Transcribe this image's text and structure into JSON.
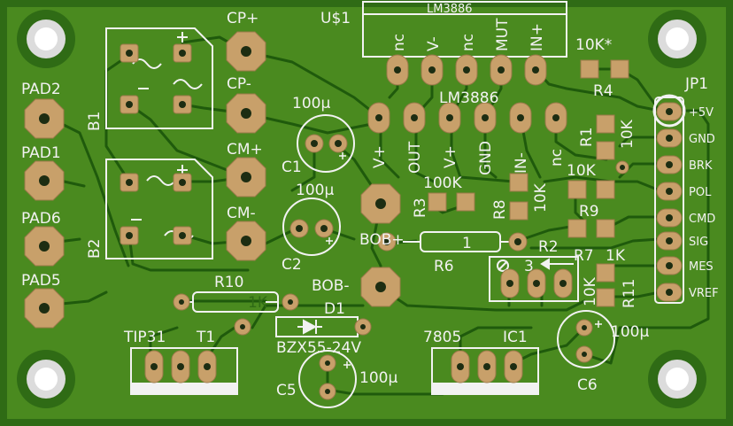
{
  "board": {
    "colors": {
      "substrate": "#2f6b15",
      "copper": "#4a8a1f",
      "trace": "#1f5a0c",
      "pad": "#c8a06a",
      "pad_edge": "#9b7a4a",
      "hole": "#1d2d12",
      "silk": "#f2f2f2",
      "mount_ring": "#dcdcdc"
    }
  },
  "labels": {
    "pad2": "PAD2",
    "pad1": "PAD1",
    "pad6": "PAD6",
    "pad5": "PAD5",
    "b1": "B1",
    "b2": "B2",
    "cp_plus": "CP+",
    "cp_minus": "CP-",
    "cm_plus": "CM+",
    "cm_minus": "CM-",
    "u1": "U$1",
    "lm_top": "LM3886",
    "lm_mid": "LM3886",
    "pin_top": [
      "nc",
      "V-",
      "nc",
      "MUT",
      "IN+"
    ],
    "pin_bottom": [
      "V+",
      "OUT",
      "V+",
      "GND",
      "IN-",
      "nc"
    ],
    "r4_value": "10K*",
    "r4": "R4",
    "jp1": "JP1",
    "header_pins": [
      "+5V",
      "GND",
      "BRK",
      "POL",
      "CMD",
      "SIG",
      "MES",
      "VREF"
    ],
    "c1_value": "100µ",
    "c1": "C1",
    "c2_value": "100µ",
    "c2": "C2",
    "r1": "R1",
    "r1_value": "10K",
    "r3": "R3",
    "r3_value": "100K",
    "r8": "R8",
    "r8_value": "10K",
    "r9": "R9",
    "r9_value": "10K",
    "bob_plus": "BOB+",
    "bob_minus": "BOB-",
    "r6": "R6",
    "r6_value": "1",
    "r2": "R2",
    "trim_pin": "3",
    "r7": "R7",
    "r7_value": "1K",
    "r11": "R11",
    "r11_value": "10K",
    "r10": "R10",
    "r10_value": "1K",
    "d1": "D1",
    "zener": "BZX55-24V",
    "tip31": "TIP31",
    "t1": "T1",
    "c5": "C5",
    "c5_value": "100µ",
    "v7805": "7805",
    "ic1": "IC1",
    "c6": "C6",
    "c6_value": "100µ"
  }
}
